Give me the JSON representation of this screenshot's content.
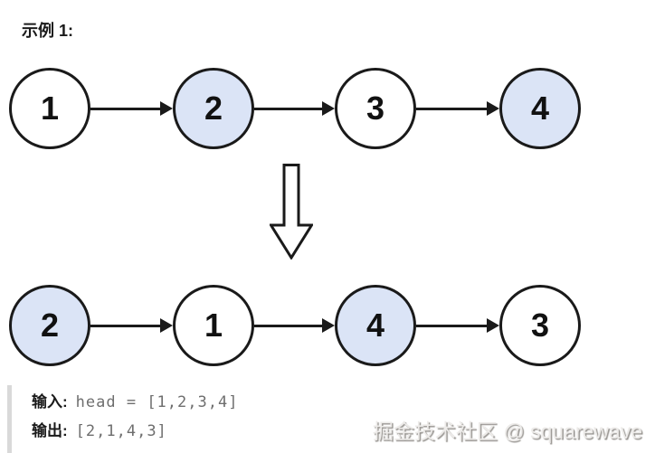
{
  "title": {
    "example_label": "示例 1:"
  },
  "colors": {
    "blue": "#dbe4f6",
    "white": "#ffffff",
    "stroke": "#1a1a1a",
    "code_gray": "#6e6e6e",
    "quote_bar": "#d9d9d9"
  },
  "icons": {
    "transform_arrow": "down-arrow-outline",
    "link_arrow": "right-arrow"
  },
  "list_before": {
    "nodes": [
      {
        "value": "1",
        "fill": "white"
      },
      {
        "value": "2",
        "fill": "blue"
      },
      {
        "value": "3",
        "fill": "white"
      },
      {
        "value": "4",
        "fill": "blue"
      }
    ]
  },
  "list_after": {
    "nodes": [
      {
        "value": "2",
        "fill": "blue"
      },
      {
        "value": "1",
        "fill": "white"
      },
      {
        "value": "4",
        "fill": "blue"
      },
      {
        "value": "3",
        "fill": "white"
      }
    ]
  },
  "io_block": {
    "input_label": "输入:",
    "input_value": "head = [1,2,3,4]",
    "output_label": "输出:",
    "output_value": "[2,1,4,3]"
  },
  "watermark": "掘金技术社区 @ squarewave"
}
